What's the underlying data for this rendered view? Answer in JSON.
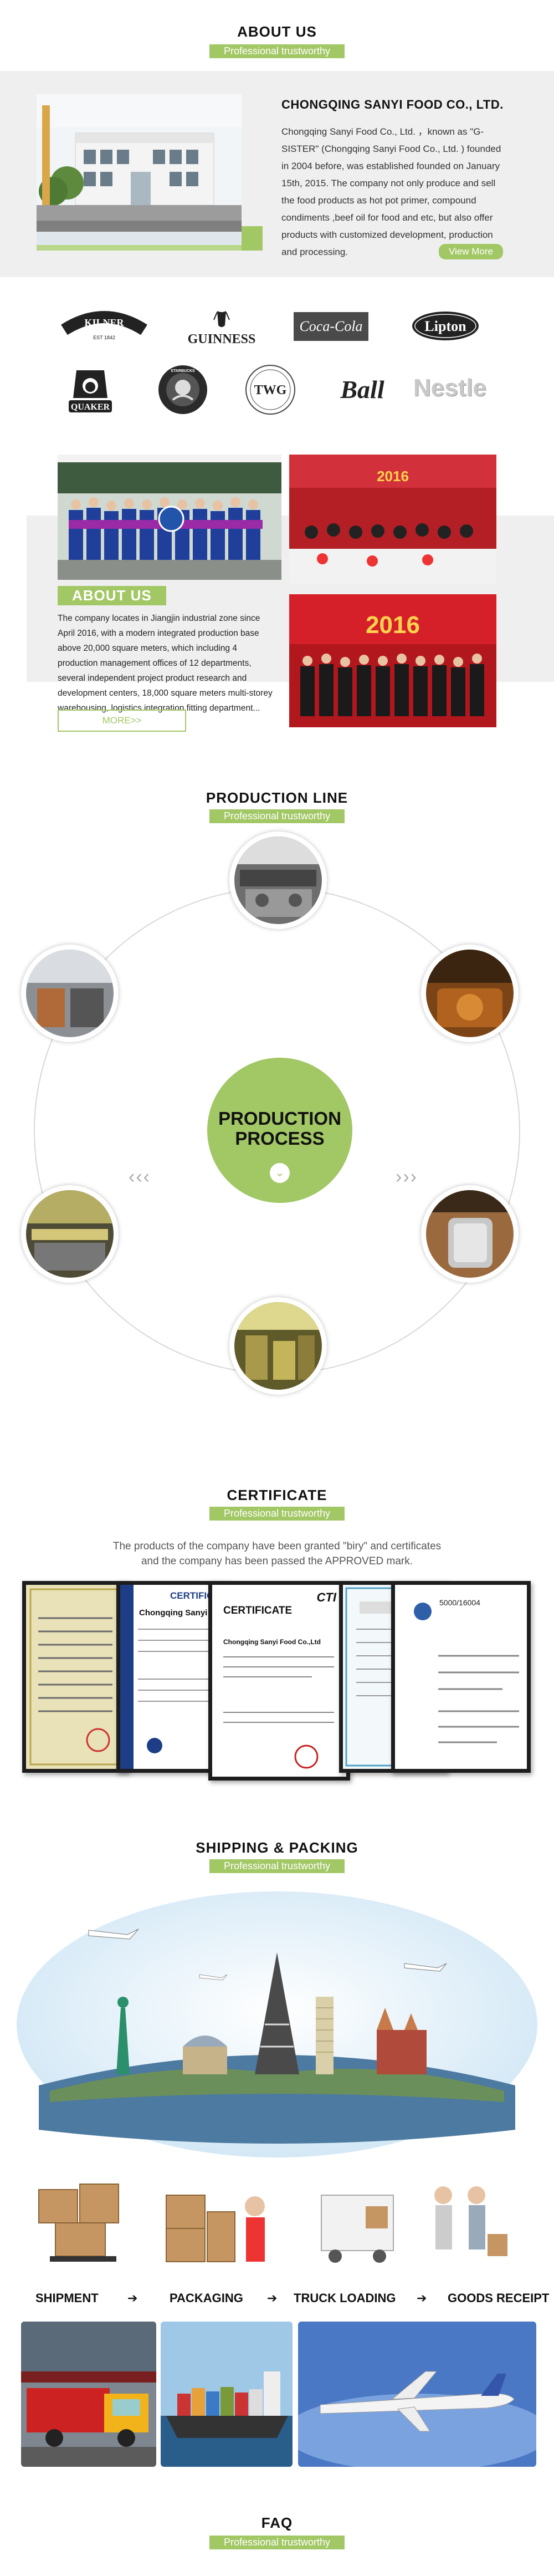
{
  "about_section": {
    "title": "ABOUT US",
    "subtitle": "Professional trustworthy",
    "company_name": "CHONGQING SANYI FOOD CO., LTD.",
    "description": "Chongqing Sanyi Food Co., Ltd. ，known as \"G-SISTER\" (Chongqing Sanyi Food Co., Ltd. ) founded in 2004 before, was established founded on January 15th, 2015. The company not only produce and sell the food products as hot pot primer, compound condiments ,beef oil for food and etc, but also offer products with customized development, production and processing.",
    "more_label": "View More"
  },
  "brands": [
    "KILNER",
    "GUINNESS",
    "Coca-Cola",
    "Lipton",
    "QUAKER",
    "STARBUCKS",
    "TWG",
    "Ball",
    "Nestle"
  ],
  "about_section_2": {
    "title": "ABOUT US",
    "description": "The company locates in Jiangjin industrial zone since April 2016, with a modern integrated production base above 20,000 square meters, which including 4 production management offices of 12 departments, several independent project product research and development centers, 18,000 square meters multi-storey warehousing, logistics integration fitting department...",
    "more_label": "MORE>>"
  },
  "production": {
    "title": "PRODUCTION LINE",
    "subtitle": "Professional trustworthy",
    "center_line1": "PRODUCTION",
    "center_line2": "PROCESS",
    "arrow_icon": "chevron-down-icon"
  },
  "certificate": {
    "title": "CERTIFICATE",
    "subtitle": "Professional trustworthy",
    "text_line1": "The products of the company have been granted \"biry\" and certificates",
    "text_line2": "and the company has been passed the APPROVED mark.",
    "cert2_heading": "CERTIFICA",
    "cert2_company": "Chongqing Sanyi Food",
    "cert3_heading": "CERTIFICATE",
    "cert3_mark": "CTI",
    "cert3_company": "Chongqing Sanyi Food Co.,Ltd",
    "cert5_code": "5000/16004"
  },
  "shipping": {
    "title": "SHIPPING & PACKING",
    "subtitle": "Professional trustworthy",
    "steps": [
      "SHIPMENT",
      "PACKAGING",
      "TRUCK LOADING",
      "GOODS RECEIPT"
    ]
  },
  "faq": {
    "title": "FAQ",
    "subtitle": "Professional trustworthy"
  },
  "colors": {
    "accent": "#a2c765",
    "panel": "#efefef"
  }
}
